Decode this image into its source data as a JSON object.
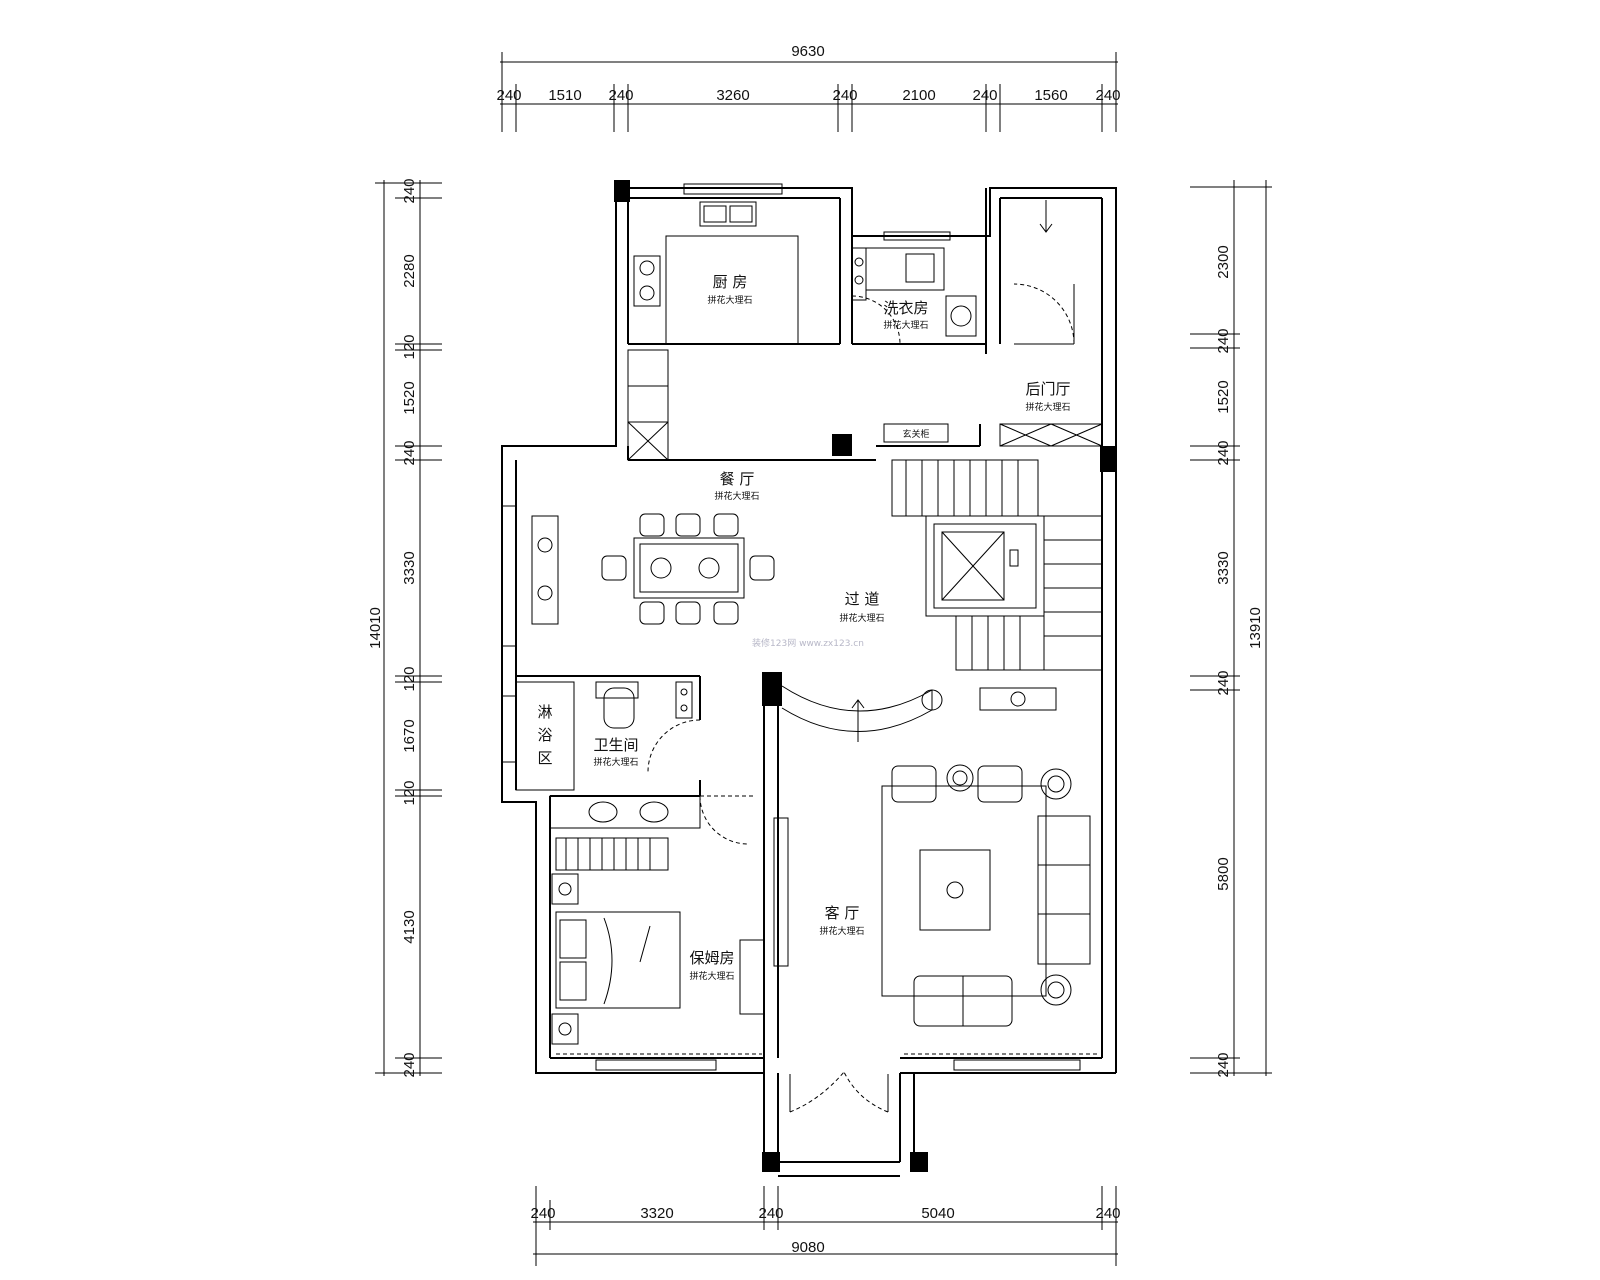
{
  "dimensions": {
    "top_total": "9630",
    "top_segments": [
      "240",
      "1510",
      "240",
      "3260",
      "240",
      "2100",
      "240",
      "1560",
      "240"
    ],
    "bottom_total": "9080",
    "bottom_segments": [
      "240",
      "3320",
      "240",
      "5040",
      "240"
    ],
    "left_total": "14010",
    "left_segments": [
      "240",
      "2280",
      "120",
      "1520",
      "240",
      "3330",
      "120",
      "1670",
      "120",
      "4130",
      "240"
    ],
    "right_total": "13910",
    "right_segments": [
      "2300",
      "240",
      "1520",
      "240",
      "3330",
      "240",
      "5800",
      "240"
    ]
  },
  "rooms": {
    "kitchen": {
      "name": "厨 房",
      "floor": "拼花大理石"
    },
    "laundry": {
      "name": "洗衣房",
      "floor": "拼花大理石"
    },
    "back_hall": {
      "name": "后门厅",
      "floor": "拼花大理石"
    },
    "dining": {
      "name": "餐 厅",
      "floor": "拼花大理石"
    },
    "corridor": {
      "name": "过 道",
      "floor": "拼花大理石"
    },
    "shower": {
      "name": [
        "淋",
        "浴",
        "区"
      ]
    },
    "bathroom": {
      "name": "卫生间",
      "floor": "拼花大理石"
    },
    "nanny_room": {
      "name": "保姆房",
      "floor": "拼花大理石"
    },
    "living": {
      "name": "客 厅",
      "floor": "拼花大理石"
    }
  },
  "labels": {
    "shoe_cabinet": "玄关柜",
    "watermark": "装修123网 www.zx123.cn"
  }
}
